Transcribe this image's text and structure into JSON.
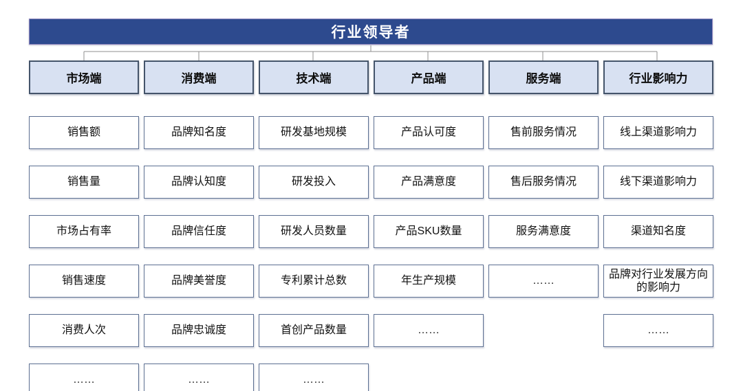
{
  "root": {
    "title": "行业领导者"
  },
  "columns": [
    {
      "header": "市场端",
      "items": [
        "销售额",
        "销售量",
        "市场占有率",
        "销售速度",
        "消费人次",
        "……"
      ]
    },
    {
      "header": "消费端",
      "items": [
        "品牌知名度",
        "品牌认知度",
        "品牌信任度",
        "品牌美誉度",
        "品牌忠诚度",
        "……"
      ]
    },
    {
      "header": "技术端",
      "items": [
        "研发基地规模",
        "研发投入",
        "研发人员数量",
        "专利累计总数",
        "首创产品数量",
        "……"
      ]
    },
    {
      "header": "产品端",
      "items": [
        "产品认可度",
        "产品满意度",
        "产品SKU数量",
        "年生产规模",
        "……"
      ]
    },
    {
      "header": "服务端",
      "items": [
        "售前服务情况",
        "售后服务情况",
        "服务满意度",
        "……"
      ]
    },
    {
      "header": "行业影响力",
      "items": [
        "线上渠道影响力",
        "线下渠道影响力",
        "渠道知名度",
        "品牌对行业发展方向的影响力",
        "……"
      ]
    }
  ],
  "colors": {
    "banner_fill": "#2d4a8e",
    "banner_border": "#8d84bd",
    "header_fill": "#d8e1f2",
    "header_border": "#44546a",
    "cell_border": "#5b6e91",
    "connector_line": "#8f8f8f"
  }
}
